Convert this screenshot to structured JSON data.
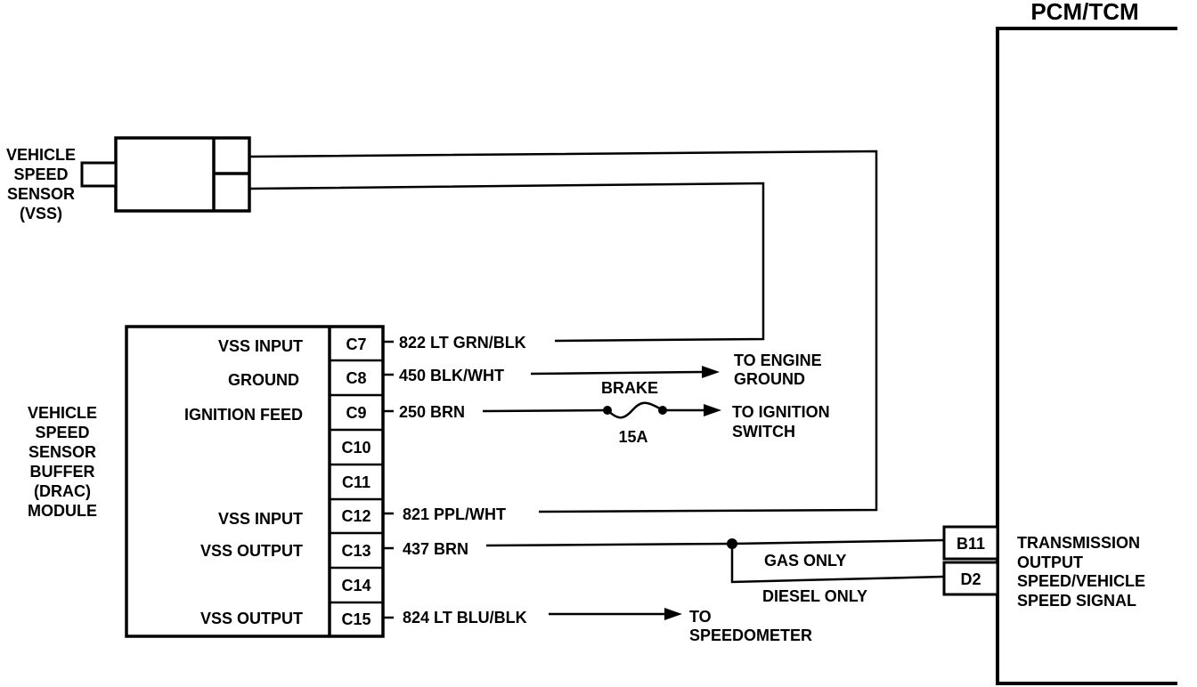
{
  "pcm": {
    "title": "PCM/TCM",
    "pins": [
      {
        "id": "B11"
      },
      {
        "id": "D2"
      }
    ],
    "signal_label": [
      "TRANSMISSION",
      "OUTPUT",
      "SPEED/VEHICLE",
      "SPEED SIGNAL"
    ]
  },
  "vss": {
    "label": [
      "VEHICLE",
      "SPEED",
      "SENSOR",
      "(VSS)"
    ]
  },
  "drac": {
    "label": [
      "VEHICLE",
      "SPEED",
      "SENSOR",
      "BUFFER",
      "(DRAC)",
      "MODULE"
    ],
    "pins": [
      {
        "id": "C7",
        "function": "VSS INPUT",
        "wire": "822 LT GRN/BLK"
      },
      {
        "id": "C8",
        "function": "GROUND",
        "wire": "450 BLK/WHT"
      },
      {
        "id": "C9",
        "function": "IGNITION FEED",
        "wire": "250 BRN"
      },
      {
        "id": "C10",
        "function": "",
        "wire": ""
      },
      {
        "id": "C11",
        "function": "",
        "wire": ""
      },
      {
        "id": "C12",
        "function": "VSS INPUT",
        "wire": "821 PPL/WHT"
      },
      {
        "id": "C13",
        "function": "VSS OUTPUT",
        "wire": "437 BRN"
      },
      {
        "id": "C14",
        "function": "",
        "wire": ""
      },
      {
        "id": "C15",
        "function": "VSS OUTPUT",
        "wire": "824 LT BLU/BLK"
      }
    ]
  },
  "destinations": {
    "engine_ground": [
      "TO ENGINE",
      "GROUND"
    ],
    "ignition_switch": [
      "TO IGNITION",
      "SWITCH"
    ],
    "speedometer": [
      "TO",
      "SPEEDOMETER"
    ]
  },
  "fuse": {
    "name": "BRAKE",
    "rating": "15A"
  },
  "variants": {
    "gas": "GAS ONLY",
    "diesel": "DIESEL ONLY"
  }
}
